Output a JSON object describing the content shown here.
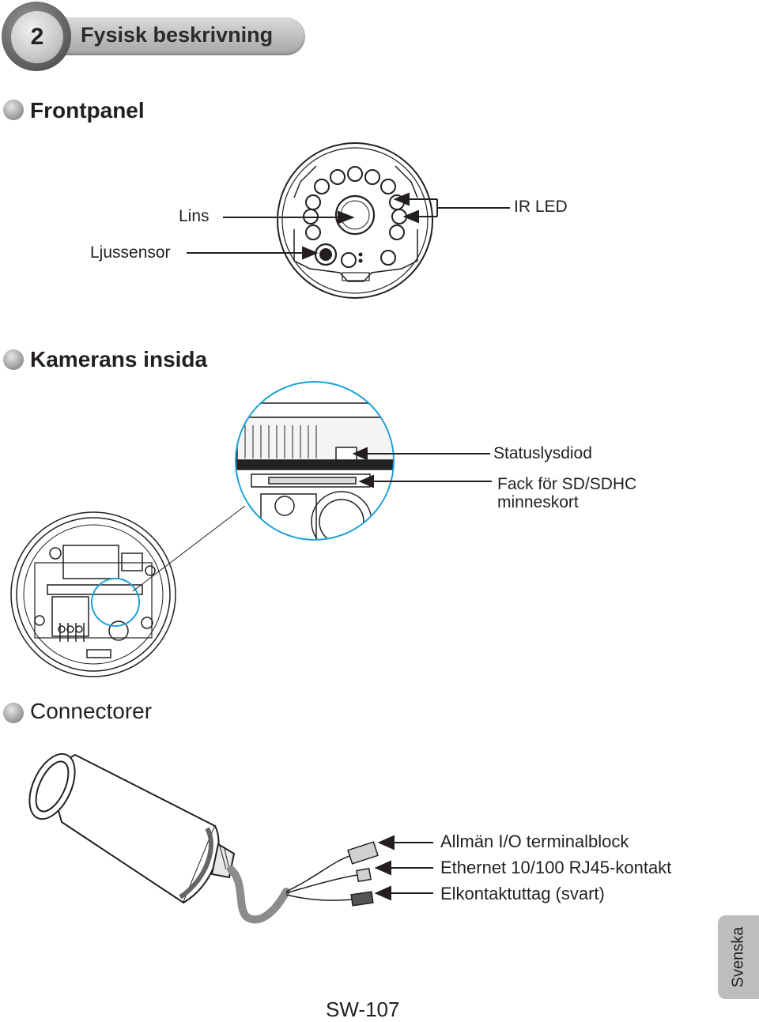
{
  "chapter": {
    "number": "2",
    "title": "Fysisk beskrivning"
  },
  "sections": {
    "front": {
      "title": "Frontpanel"
    },
    "inside": {
      "title": "Kamerans insida"
    },
    "connectors": {
      "title": "Connectorer"
    }
  },
  "front_labels": {
    "lens": "Lins",
    "light_sensor": "Ljussensor",
    "ir_led": "IR LED"
  },
  "inside_labels": {
    "status_led": "Statuslysdiod",
    "sd_slot_line1": "Fack för SD/SDHC",
    "sd_slot_line2": "minneskort"
  },
  "connector_labels": {
    "io_block": "Allmän I/O terminalblock",
    "ethernet": "Ethernet 10/100 RJ45-kontakt",
    "power": "Elkontaktuttag (svart)"
  },
  "footer": {
    "model": "SW-107",
    "language_tab": "Svenska"
  },
  "colors": {
    "accent_circle": "#1ba1d6",
    "cable": "#8c8c8c",
    "tab": "#bdbdbd"
  }
}
